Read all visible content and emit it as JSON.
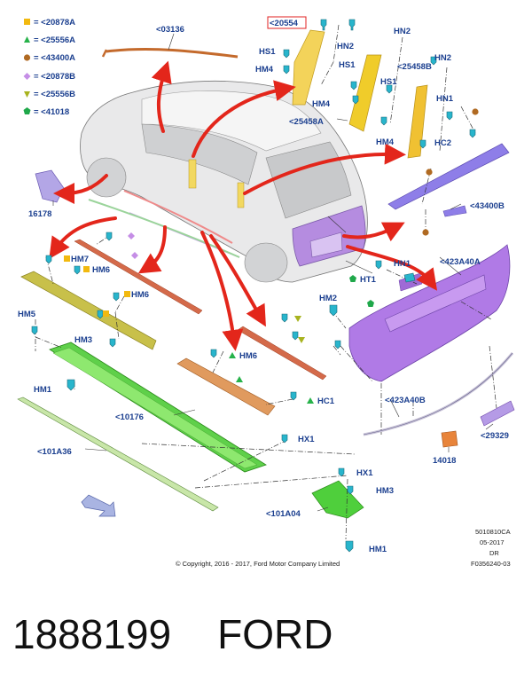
{
  "legend": [
    {
      "symbol": "square",
      "color": "#f2b90f",
      "code": "= <20878A"
    },
    {
      "symbol": "triangle",
      "color": "#27b24a",
      "code": "= <25556A"
    },
    {
      "symbol": "circle",
      "color": "#b06a22",
      "code": "= <43400A"
    },
    {
      "symbol": "diamond",
      "color": "#c58ee6",
      "code": "= <20878B"
    },
    {
      "symbol": "triangle-down",
      "color": "#a8b31f",
      "code": "= <25556B"
    },
    {
      "symbol": "pentagon",
      "color": "#1fa84a",
      "code": "= <41018"
    }
  ],
  "callouts": {
    "c03136": "<03136",
    "c20554": "<20554",
    "c25458a": "<25458A",
    "c25458b": "<25458B",
    "c16178": "16178",
    "c43400b": "<43400B",
    "c423a40a": "<423A40A",
    "c423a40b": "<423A40B",
    "c10176": "<10176",
    "c101a36": "<101A36",
    "c101a04": "<101A04",
    "c14018": "14018",
    "c29329": "<29329"
  },
  "fasteners": {
    "hs1": "HS1",
    "hn1": "HN1",
    "hn2": "HN2",
    "hm4": "HM4",
    "hm1": "HM1",
    "hm2": "HM2",
    "hm3": "HM3",
    "hm5": "HM5",
    "hm6": "HM6",
    "hm7": "HM7",
    "hc1": "HC1",
    "hc2": "HC2",
    "ht1": "HT1",
    "hx1": "HX1"
  },
  "copyright": "© Copyright, 2016 - 2017, Ford Motor Company Limited",
  "meta": {
    "code": "5010810CA",
    "date": "05-2017",
    "region": "DR",
    "ref": "F0356240-03"
  },
  "footer": {
    "part_number": "1888199",
    "brand": "FORD"
  }
}
